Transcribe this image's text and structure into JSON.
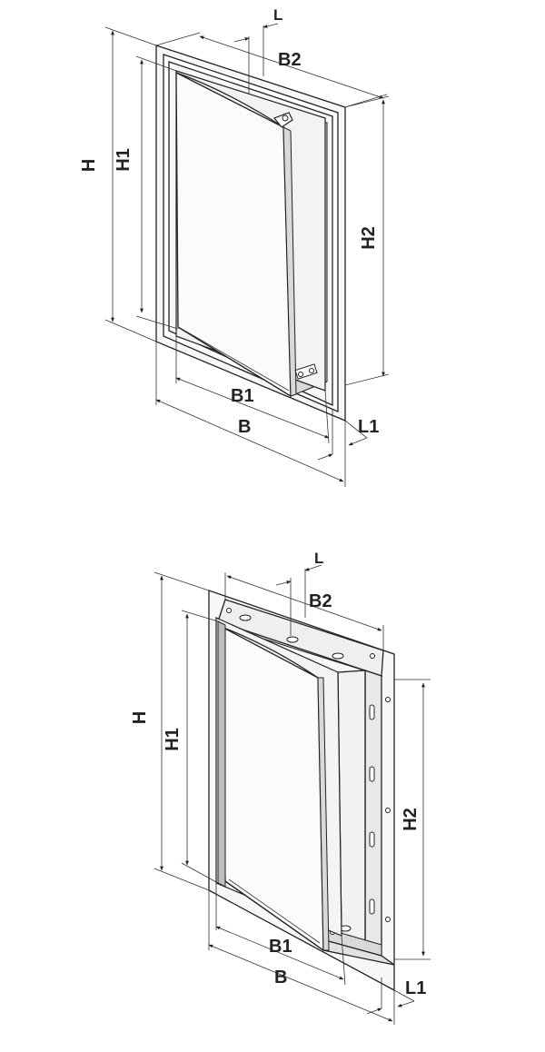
{
  "views": [
    {
      "name": "top-view",
      "labels": {
        "L": "L",
        "B2": "B2",
        "H": "H",
        "H1": "H1",
        "H2": "H2",
        "B1": "B1",
        "B": "B",
        "L1": "L1"
      }
    },
    {
      "name": "bottom-view",
      "labels": {
        "L": "L",
        "B2": "B2",
        "H": "H",
        "H1": "H1",
        "H2": "H2",
        "B1": "B1",
        "B": "B",
        "L1": "L1"
      }
    }
  ],
  "colors": {
    "line": "#222222",
    "fill": "#f7f7f7",
    "shade": "#d9d9d9"
  }
}
